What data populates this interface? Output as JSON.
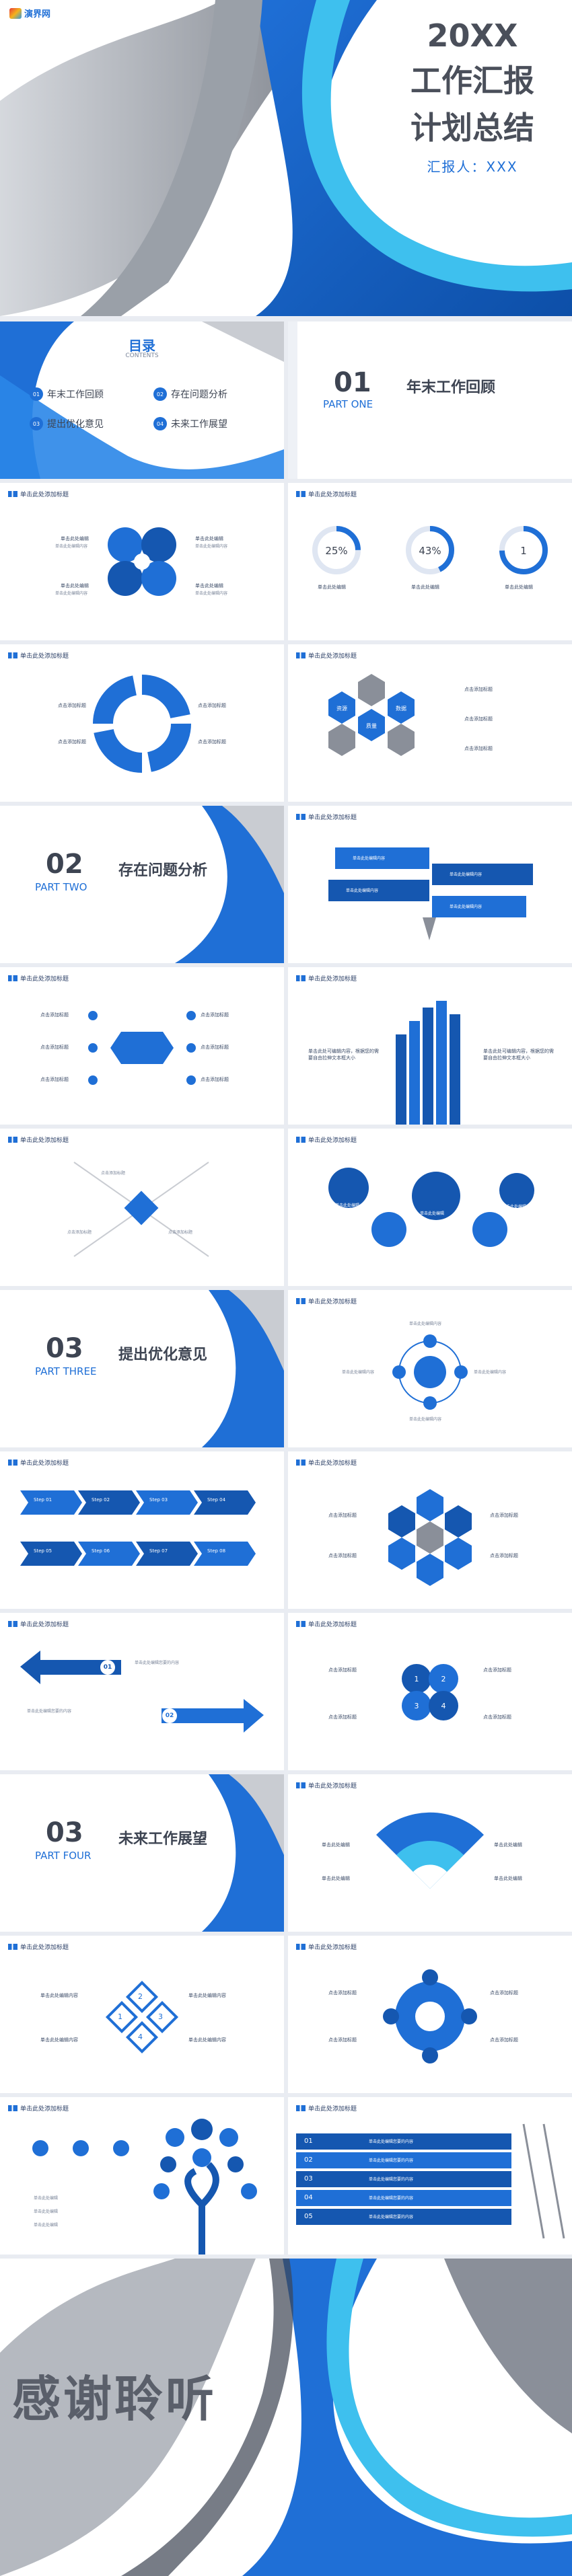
{
  "brand": {
    "name": "演界网"
  },
  "cover": {
    "title_line1": "20XX",
    "title_line2": "工作汇报",
    "title_line3": "计划总结",
    "reporter": "汇报人：XXX"
  },
  "slide_title": "单击此处添加标题",
  "toc": {
    "title": "目录",
    "subtitle": "CONTENTS",
    "items": [
      {
        "num": "01",
        "label": "年末工作回顾"
      },
      {
        "num": "02",
        "label": "存在问题分析"
      },
      {
        "num": "03",
        "label": "提出优化意见"
      },
      {
        "num": "04",
        "label": "未来工作展望"
      }
    ]
  },
  "sections": [
    {
      "num": "01",
      "part": "PART ONE",
      "title": "年末工作回顾"
    },
    {
      "num": "02",
      "part": "PART TWO",
      "title": "存在问题分析"
    },
    {
      "num": "03",
      "part": "PART THREE",
      "title": "提出优化意见"
    },
    {
      "num": "03",
      "part": "PART FOUR",
      "title": "未来工作展望"
    }
  ],
  "placeholder": {
    "heading": "单击此处编辑",
    "body": "单击此处编辑内容",
    "body_long": "单击此处编辑您要的内容",
    "add_title": "点击添加标题",
    "edit_content": "单击此处编辑内容",
    "edit_text": "单击此处编辑您要的内容",
    "edit_big": "单击此处可编辑内容，根据您的需要自由拉伸文本框大小"
  },
  "donuts": [
    "25%",
    "43%",
    "1"
  ],
  "hex_labels": [
    "资源",
    "质量",
    "数据"
  ],
  "steps": [
    "Step 01",
    "Step 02",
    "Step 03",
    "Step 04",
    "Step 05",
    "Step 06",
    "Step 07",
    "Step 08"
  ],
  "arrows": [
    "01",
    "02"
  ],
  "numbers4": [
    "1",
    "2",
    "3",
    "4"
  ],
  "ladder": [
    "01",
    "02",
    "03",
    "04",
    "05"
  ],
  "closing": "感谢聆听",
  "colors": {
    "accent": "#1f6fd6",
    "accent_light": "#3ec0ee",
    "gray": "#8a8f99"
  }
}
